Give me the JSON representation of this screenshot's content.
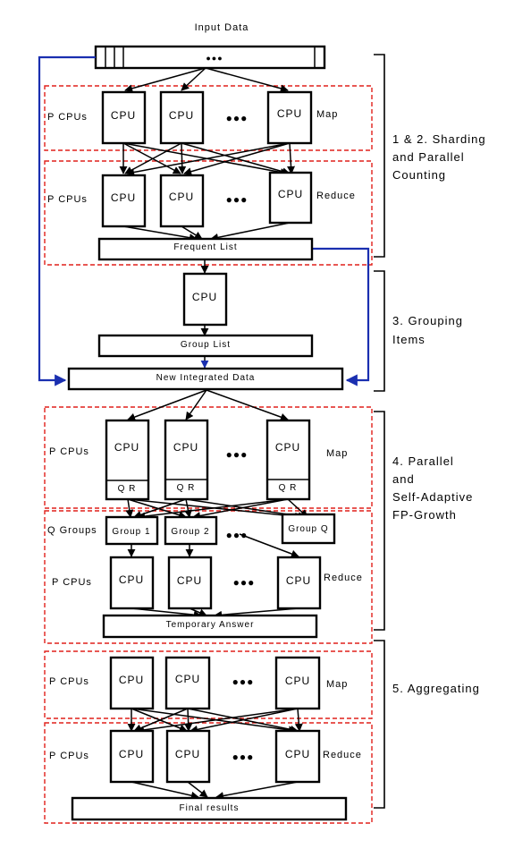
{
  "title": "Input Data",
  "cpu_label": "CPU",
  "ellipsis": "●●●",
  "qr_label": "Q  R",
  "row_labels": {
    "p_cpus": "P CPUs",
    "q_groups": "Q Groups",
    "map": "Map",
    "reduce": "Reduce"
  },
  "bars": {
    "frequent_list": "Frequent List",
    "group_list": "Group List",
    "new_integrated_data": "New Integrated Data",
    "temporary_answer": "Temporary Answer",
    "final_results": "Final results"
  },
  "groups": [
    "Group 1",
    "Group 2",
    "Group Q"
  ],
  "stages": {
    "stage1": [
      "1 & 2. Sharding",
      "and Parallel",
      "Counting"
    ],
    "stage3": [
      "3. Grouping",
      "Items"
    ],
    "stage4": [
      "4. Parallel",
      "and",
      "Self-Adaptive",
      "FP-Growth"
    ],
    "stage5": [
      "5. Aggregating"
    ]
  },
  "colors": {
    "dashed_border": "#e0201b",
    "blue_arrow": "#1a2fb0",
    "box_stroke": "#000000"
  }
}
